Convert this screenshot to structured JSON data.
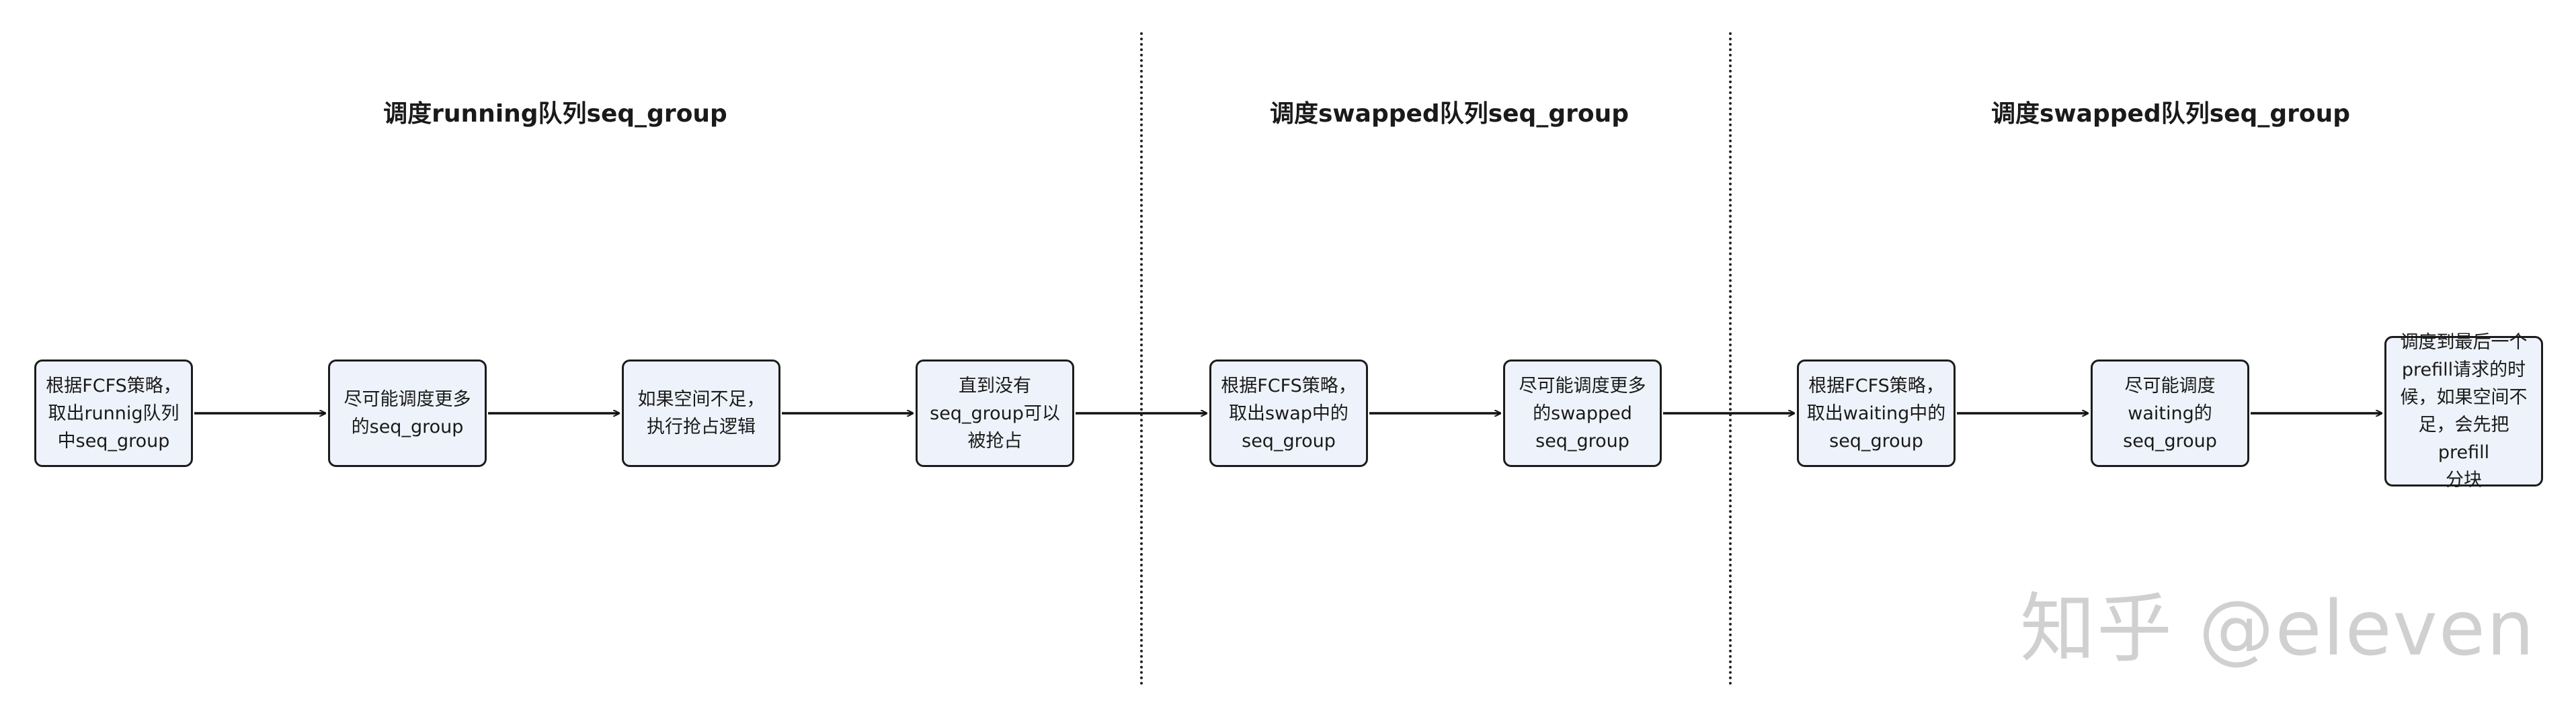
{
  "section_titles": [
    "调度running队列seq_group",
    "调度swapped队列seq_group",
    "调度swapped队列seq_group"
  ],
  "nodes": [
    "根据FCFS策略，\n取出runnig队列\n中seq_group",
    "尽可能调度更多\n的seq_group",
    "如果空间不足，\n执行抢占逻辑",
    "直到没有\nseq_group可以\n被抢占",
    "根据FCFS策略，\n取出swap中的\nseq_group",
    "尽可能调度更多\n的swapped\nseq_group",
    "根据FCFS策略，\n取出waiting中的\nseq_group",
    "尽可能调度\nwaiting的\nseq_group",
    "调度到最后一个\nprefill请求的时\n候，如果空间不\n足，会先把prefill\n分块"
  ],
  "watermark": "知乎 @eleven"
}
